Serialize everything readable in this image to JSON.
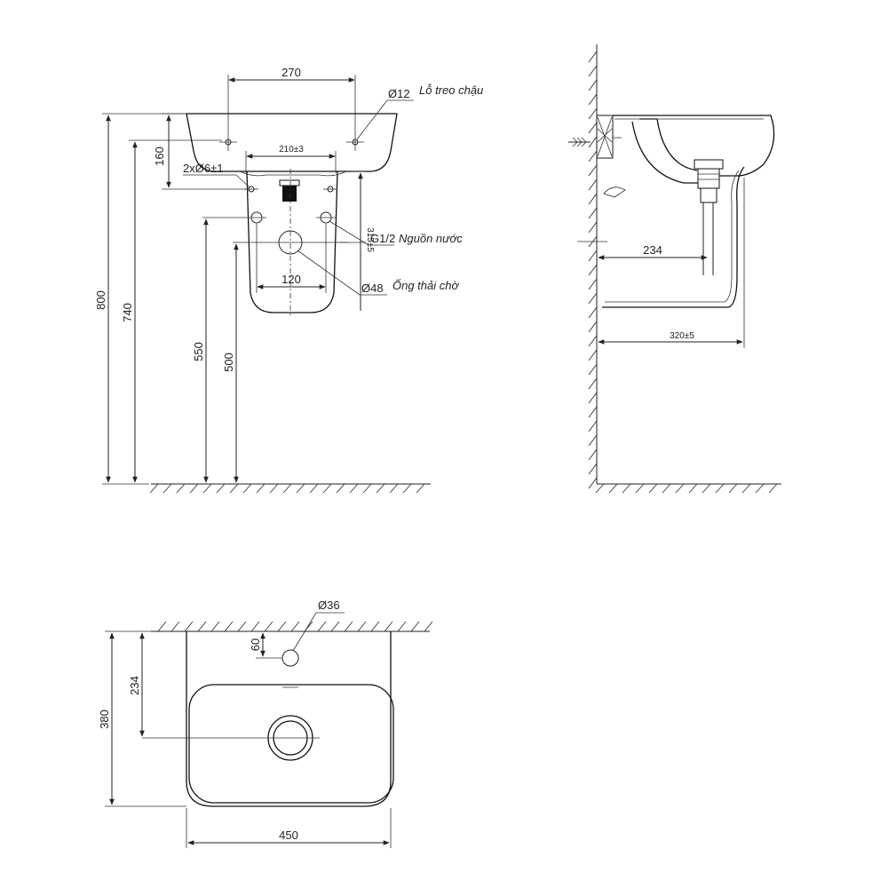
{
  "front_view": {
    "dims": {
      "hanger_spacing": "270",
      "hanger_hole": "Ø12",
      "hanger_height": "160",
      "mount_width": "210±3",
      "mount_holes": "2xØ6±1",
      "supply_height": "315±5",
      "supply_thread": "G1/2",
      "waste_spacing": "120",
      "waste_dia": "Ø48",
      "total_height": "800",
      "rim_height": "740",
      "supply_floor": "550",
      "waste_floor": "500"
    },
    "notes": {
      "hanger_hole": "Lỗ treo chậu",
      "supply": "Nguồn nước",
      "waste": "Ống thải chờ"
    }
  },
  "side_view": {
    "dims": {
      "drain_offset": "234",
      "depth": "320±5"
    }
  },
  "top_view": {
    "dims": {
      "tap_hole": "Ø36",
      "tap_offset": "60",
      "drain_offset": "234",
      "depth": "380",
      "width": "450"
    }
  },
  "colors": {
    "line": "#222222",
    "background": "#ffffff"
  }
}
